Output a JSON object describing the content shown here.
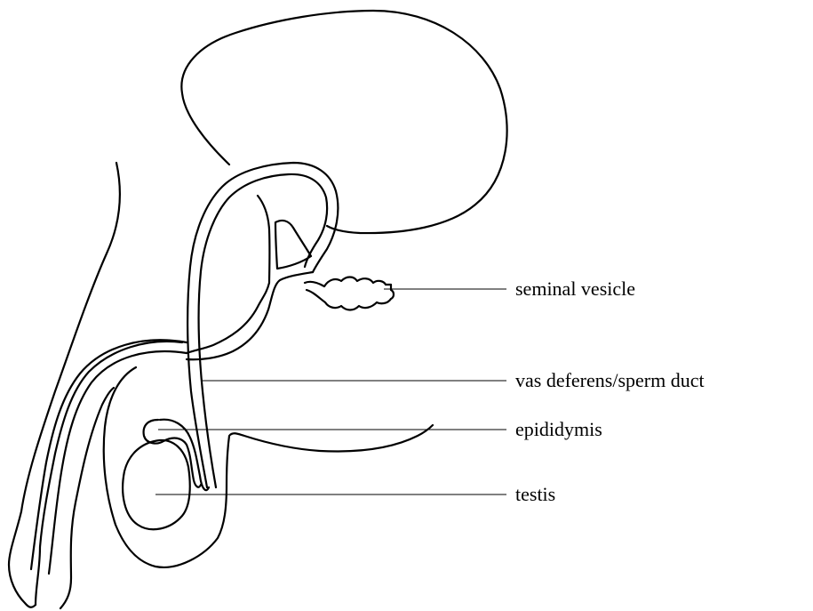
{
  "labels": {
    "seminal_vesicle": "seminal vesicle",
    "vas_deferens": "vas deferens/sperm duct",
    "epididymis": "epididymis",
    "testis": "testis"
  }
}
